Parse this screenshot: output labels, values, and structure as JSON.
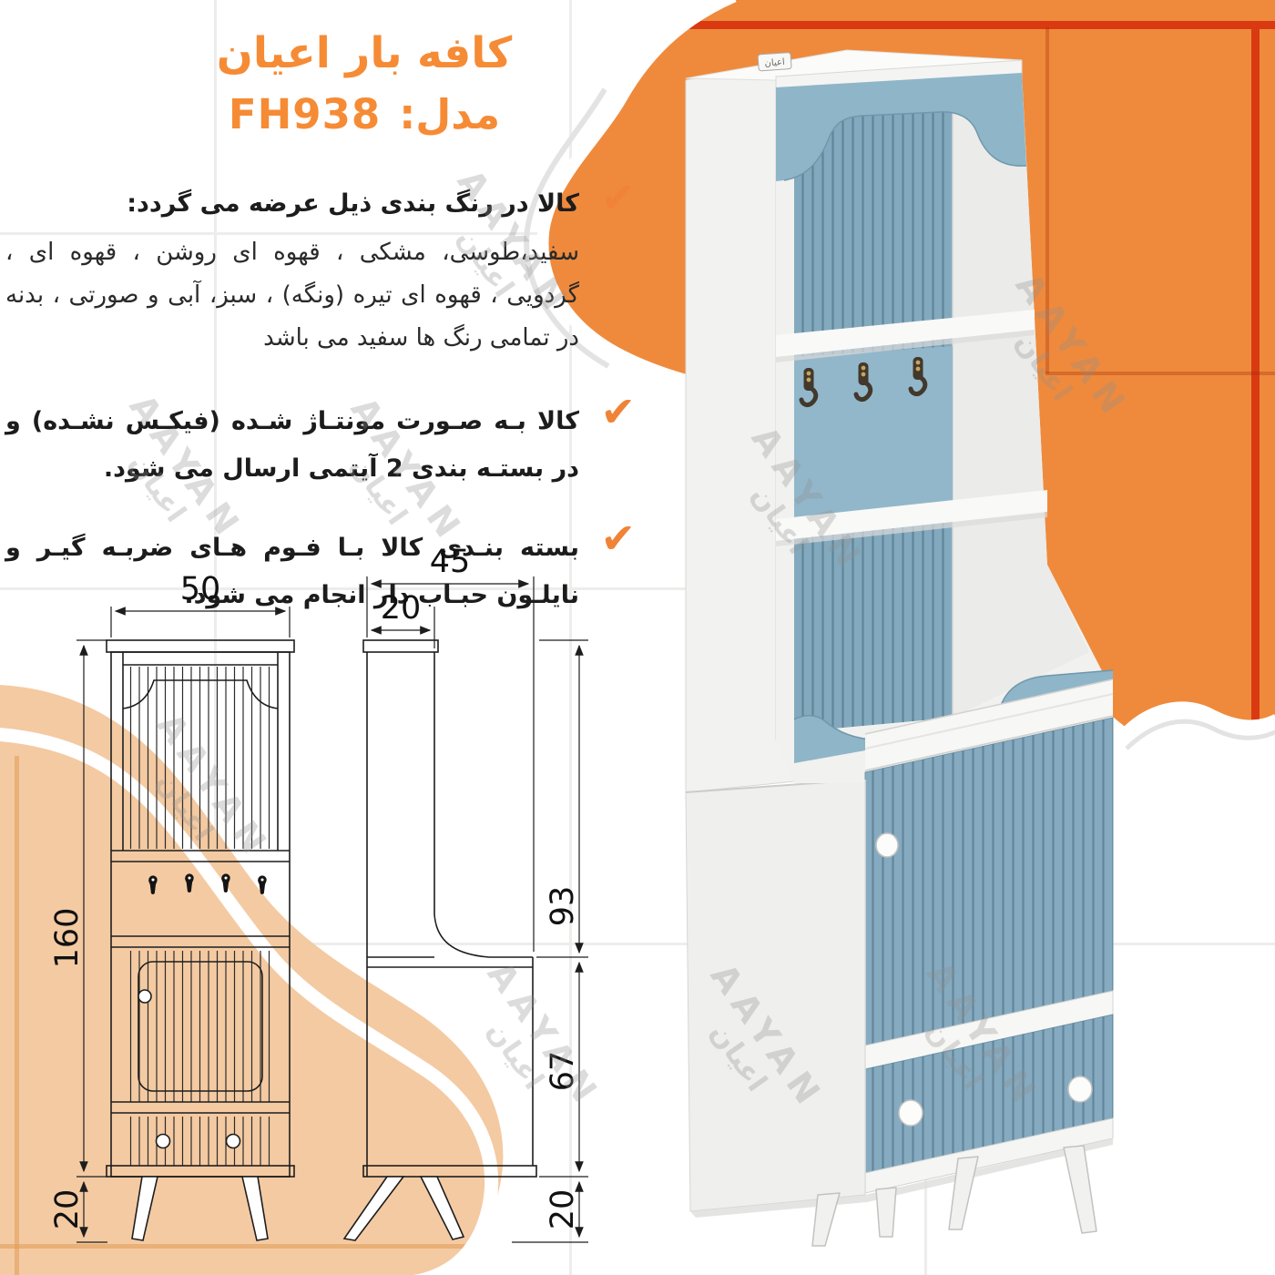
{
  "title": {
    "line1": "کافه بار اعیان",
    "model_label": "مدل:",
    "model_value": "FH938"
  },
  "check_icon": "✔",
  "bullets": [
    {
      "heading": "کالا در رنگ بندی ذیل عرضه می گردد:",
      "body": "سفید،طوسی، مشکی ، قهوه ای روشن ، قهوه ای ، گردویی ، قهوه ای تیره (ونگه) ، سبز، آبی و صورتی ، بدنه در تمامی رنگ ها سفید می باشد"
    },
    {
      "heading": "کالا بـه صـورت مونتـاژ شـده (فیکـس نشـده) و در بستـه بندی 2 آیتمی ارسال می شود."
    },
    {
      "heading": "بسته بنـدی کالا بـا فـوم هـای ضربـه گیـر و نایلـون حبـاب دار انجام می شود."
    }
  ],
  "dimensions": {
    "front_width": "50",
    "overall_height": "160",
    "front_leg_height": "20",
    "side_depth": "45",
    "upper_depth": "20",
    "upper_height": "93",
    "lower_height": "67",
    "side_leg_height": "20"
  },
  "watermark": {
    "latin": "AAYAN",
    "farsi": "اعیان"
  },
  "brand_plate": "اعیان",
  "colors": {
    "accent_orange": "#f68b35",
    "check_orange": "#f08336",
    "blob_orange": "#ef8a3c",
    "stripe_red": "#d93a12",
    "blob_peach": "#f4caa2",
    "cabinet_blue": "#8fb4c8",
    "flute_blue": "#83a9be",
    "drawing_stroke": "#1d1d1d"
  }
}
